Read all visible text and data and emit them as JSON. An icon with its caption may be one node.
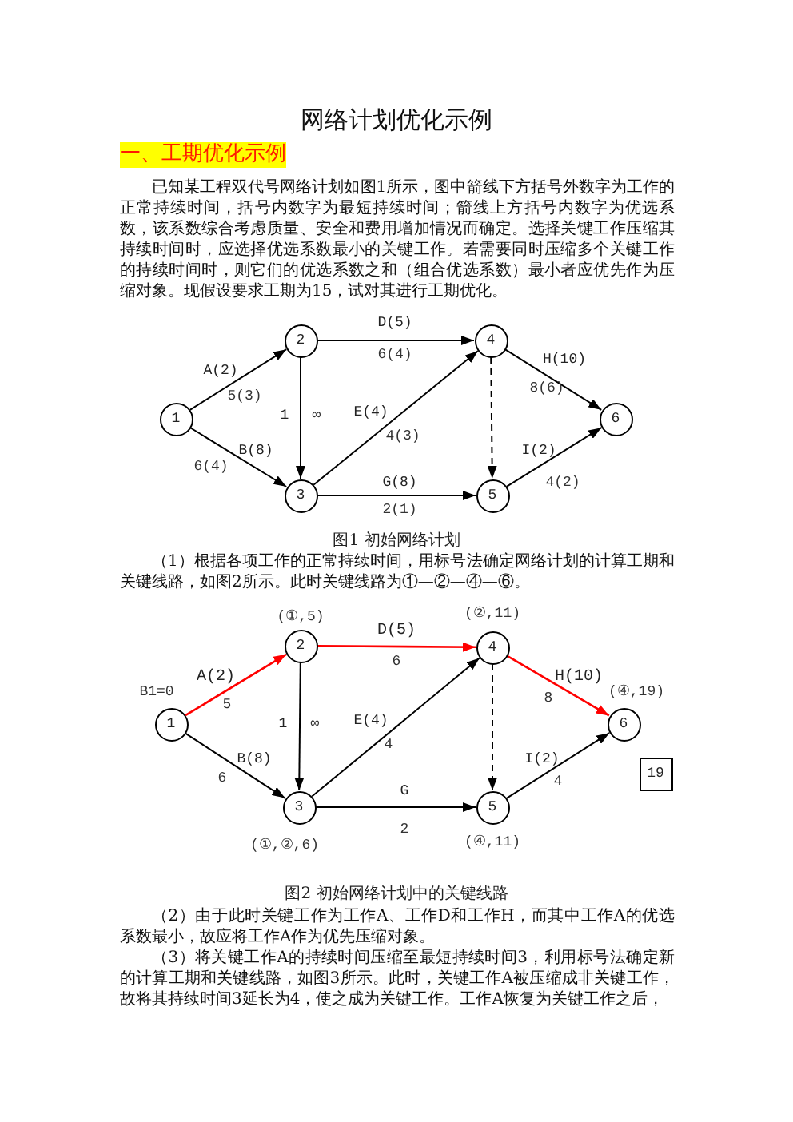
{
  "diagram": {
    "title": "网络计划优化示例",
    "nodes": [
      {
        "text": [
          "1"
        ]
      },
      {
        "text": [
          "2"
        ]
      },
      {
        "text": [
          "3"
        ]
      },
      {
        "text": [
          "4"
        ]
      },
      {
        "text": [
          "5"
        ]
      },
      {
        "text": [
          "6"
        ]
      },
      {
        "text": [
          "1"
        ],
        "beside": [
          "B1=0"
        ]
      },
      {
        "text": [
          "2"
        ],
        "beside": [
          "(①,5)"
        ]
      },
      {
        "text": [
          "3"
        ],
        "beside": [
          "(①,②,6)"
        ]
      },
      {
        "text": [
          "4"
        ],
        "beside": [
          "(②,11)"
        ]
      },
      {
        "text": [
          "5"
        ],
        "beside": [
          "(④,11)"
        ]
      },
      {
        "text": [
          "6"
        ],
        "beside": [
          "(④,19)"
        ]
      },
      {
        "text": [
          "19"
        ]
      }
    ],
    "edges": [
      {
        "from": 0,
        "to": 1,
        "arrow": "to",
        "label": "A(2)"
      },
      {
        "from": 0,
        "to": 2,
        "arrow": "to",
        "label": "B(8)"
      },
      {
        "from": 1,
        "to": 3,
        "arrow": "to",
        "label": "D(5)"
      },
      {
        "from": 1,
        "to": 2,
        "arrow": "to",
        "label": "1"
      },
      {
        "from": 2,
        "to": 3,
        "arrow": "to",
        "label": "E(4)"
      },
      {
        "from": 2,
        "to": 4,
        "arrow": "to",
        "label": "G(8)"
      },
      {
        "from": 3,
        "to": 4,
        "arrow": "to",
        "style": "dashed"
      },
      {
        "from": 3,
        "to": 5,
        "arrow": "to",
        "label": "H(10)"
      },
      {
        "from": 4,
        "to": 5,
        "arrow": "to",
        "label": "I(2)"
      },
      {
        "from": 6,
        "to": 7,
        "arrow": "to",
        "label": "A(2)",
        "color": "#ff0000"
      },
      {
        "from": 6,
        "to": 8,
        "arrow": "to",
        "label": "B(8)"
      },
      {
        "from": 7,
        "to": 9,
        "arrow": "to",
        "label": "D(5)",
        "color": "#ff0000"
      },
      {
        "from": 7,
        "to": 8,
        "arrow": "to",
        "label": "1"
      },
      {
        "from": 8,
        "to": 9,
        "arrow": "to",
        "label": "E(4)"
      },
      {
        "from": 8,
        "to": 10,
        "arrow": "to",
        "label": "G"
      },
      {
        "from": 9,
        "to": 10,
        "arrow": "to",
        "style": "dashed"
      },
      {
        "from": 9,
        "to": 11,
        "arrow": "to",
        "label": "H(10)",
        "color": "#ff0000"
      },
      {
        "from": 10,
        "to": 11,
        "arrow": "to",
        "label": "I(2)"
      }
    ],
    "labels": [
      "一、工期优化示例",
      "已知某工程双代号网络计划如图1所示，图中箭线下方括号外数字为工作的正常持续时间，括号内数字为最短持续时间；箭线上方括号内数字为优选系数，该系数综合考虑质量、安全和费用增加情况而确定。选择关键工作压缩其持续时间时，应选择优选系数最小的关键工作。若需要同时压缩多个关键工作的持续时间时，则它们的优选系数之和（组合优选系数）最小者应优先作为压缩对象。现假设要求工期为15，试对其进行工期优化。",
      "6(4)",
      "8(6)",
      "5(3)",
      "∞",
      "4(3)",
      "6(4)",
      "4(2)",
      "2(1)",
      "图1 初始网络计划",
      "（1）根据各项工作的正常持续时间，用标号法确定网络计划的计算工期和关键线路，如图2所示。此时关键线路为①—②—④—⑥。",
      "6",
      "8",
      "5",
      "∞",
      "4",
      "6",
      "4",
      "2",
      "图2 初始网络计划中的关键线路",
      "（2）由于此时关键工作为工作A、工作D和工作H，而其中工作A的优选系数最小，故应将工作A作为优先压缩对象。",
      "（3）将关键工作A的持续时间压缩至最短持续时间3，利用标号法确定新的计算工期和关键线路，如图3所示。此时，关键工作A被压缩成非关键工作，故将其持续时间3延长为4，使之成为关键工作。工作A恢复为关键工作之后，"
    ]
  }
}
